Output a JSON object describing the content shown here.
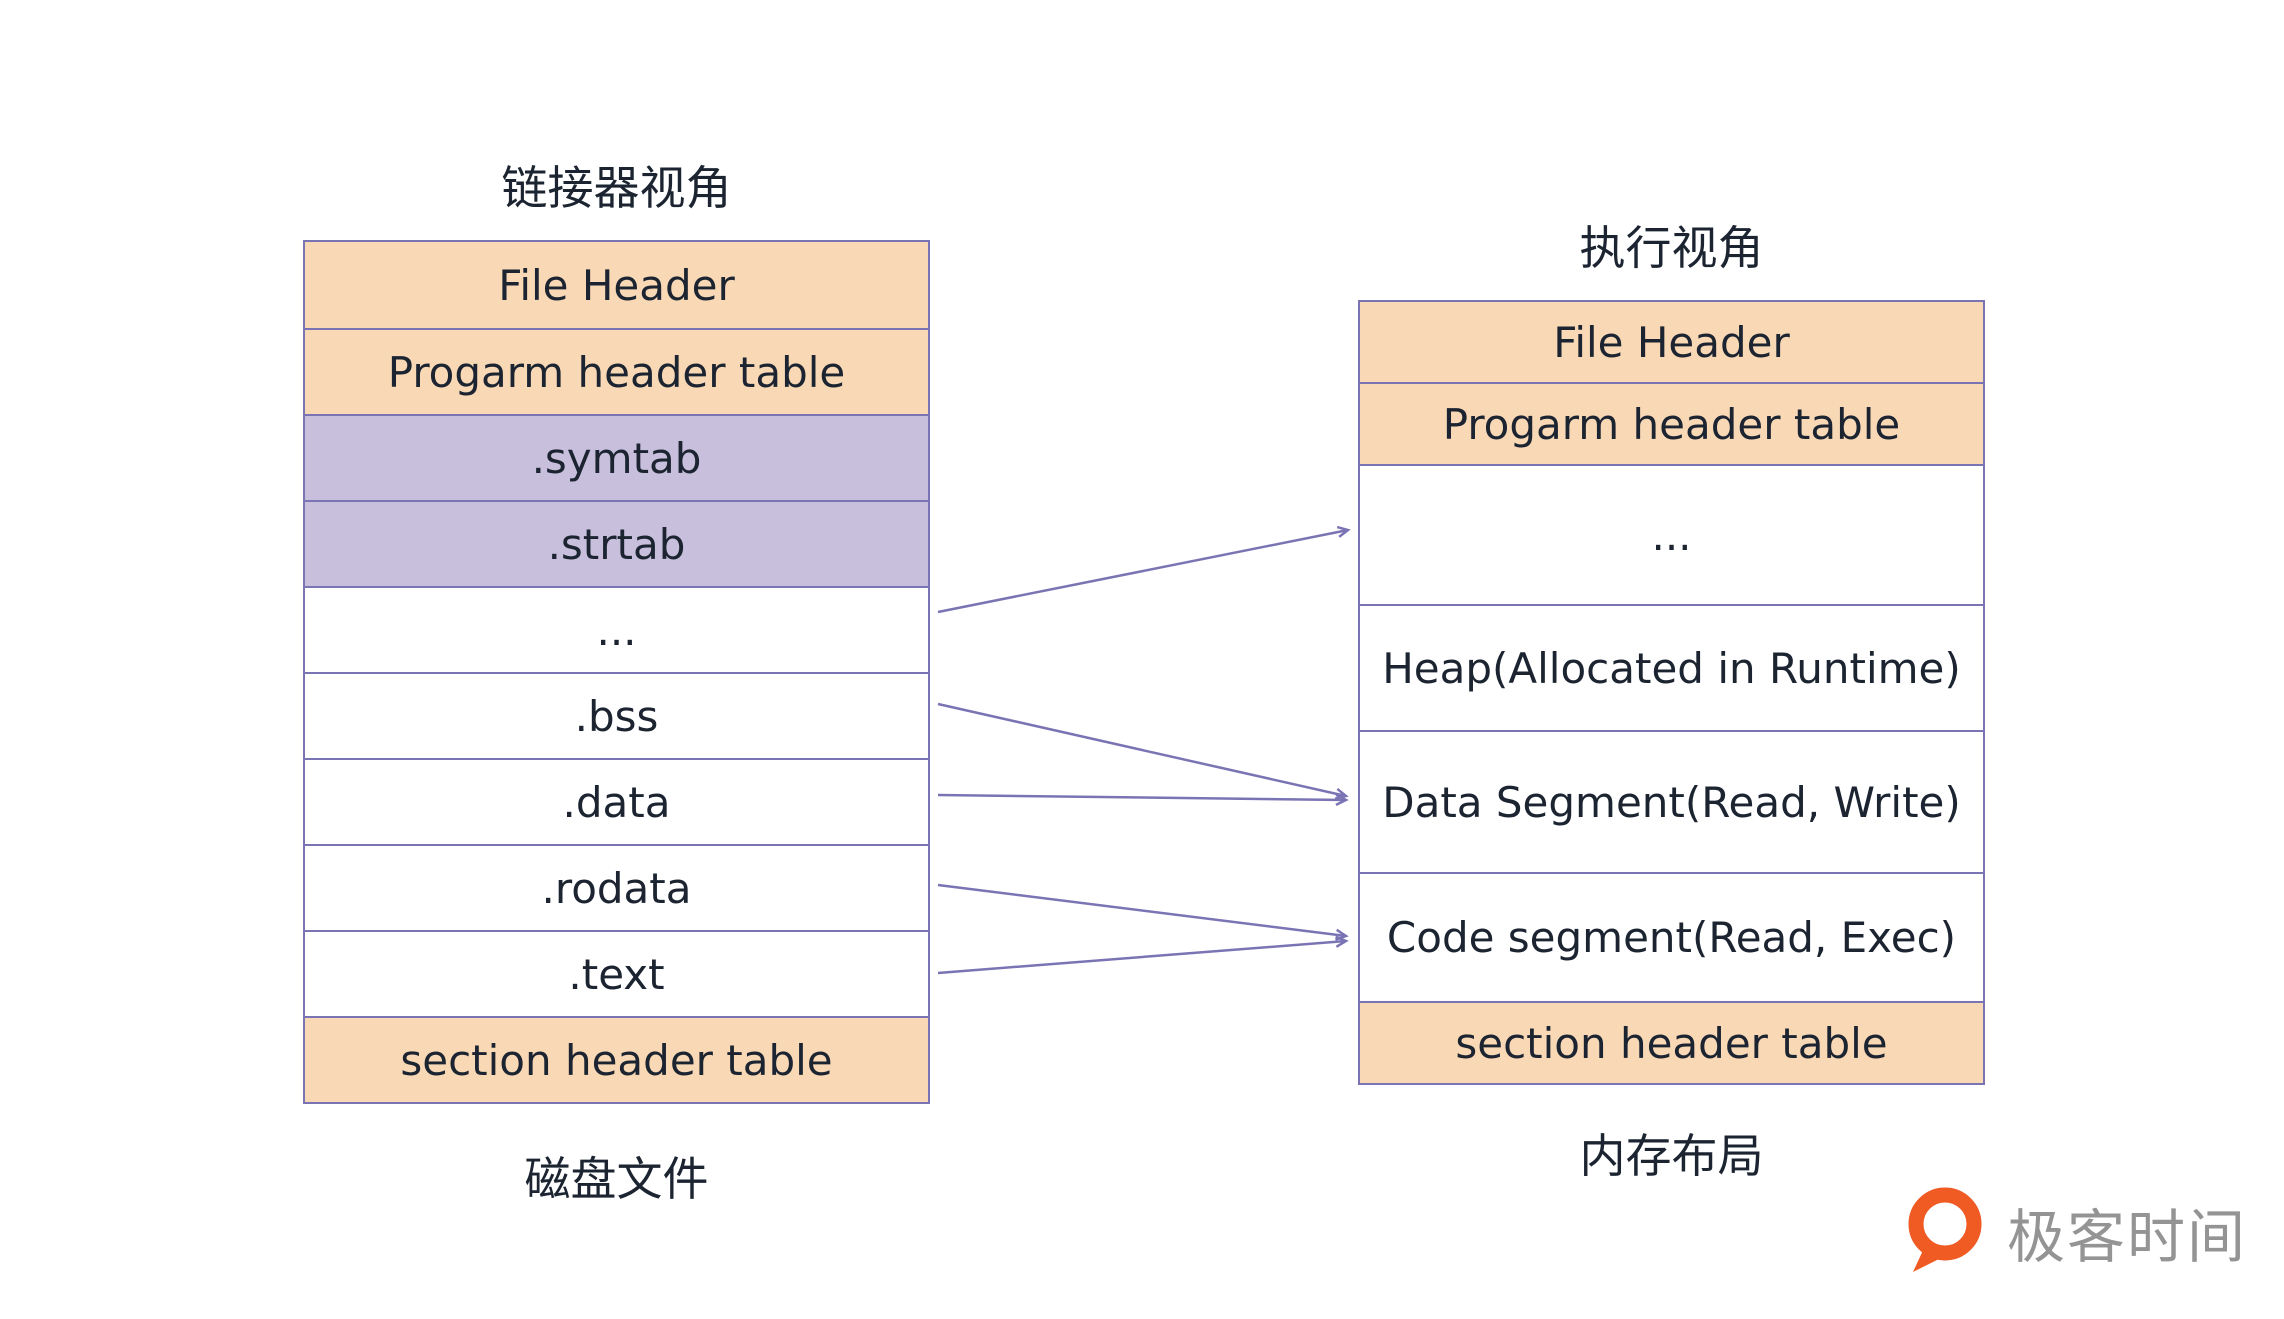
{
  "left_diagram": {
    "title": "链接器视角",
    "caption": "磁盘文件",
    "rows": [
      {
        "label": "File Header",
        "style": "orange"
      },
      {
        "label": "Progarm header table",
        "style": "orange"
      },
      {
        "label": ".symtab",
        "style": "purple"
      },
      {
        "label": ".strtab",
        "style": "purple"
      },
      {
        "label": "...",
        "style": "white"
      },
      {
        "label": ".bss",
        "style": "white"
      },
      {
        "label": ".data",
        "style": "white"
      },
      {
        "label": ".rodata",
        "style": "white"
      },
      {
        "label": ".text",
        "style": "white"
      },
      {
        "label": "section header table",
        "style": "orange"
      }
    ]
  },
  "right_diagram": {
    "title": "执行视角",
    "caption": "内存布局",
    "rows": [
      {
        "label": "File Header",
        "style": "orange"
      },
      {
        "label": "Progarm header table",
        "style": "orange"
      },
      {
        "label": "...",
        "style": "white"
      },
      {
        "label": "Heap(Allocated in Runtime)",
        "style": "white"
      },
      {
        "label": "Data Segment(Read, Write)",
        "style": "white"
      },
      {
        "label": "Code segment(Read, Exec)",
        "style": "white"
      },
      {
        "label": "section header table",
        "style": "orange"
      }
    ]
  },
  "arrows": [
    {
      "from": "...",
      "to": "..."
    },
    {
      "from": ".bss",
      "to": "Data Segment(Read, Write)"
    },
    {
      "from": ".data",
      "to": "Data Segment(Read, Write)"
    },
    {
      "from": ".rodata",
      "to": "Code segment(Read, Exec)"
    },
    {
      "from": ".text",
      "to": "Code segment(Read, Exec)"
    }
  ],
  "logo": {
    "text": "极客时间"
  },
  "colors": {
    "orange_fill": "#f9d8b6",
    "purple_fill": "#c8bfdd",
    "border": "#7a74b4",
    "arrow": "#7a74b4",
    "text": "#1b2430",
    "logo_orange": "#f05a23",
    "logo_text": "#949494"
  }
}
